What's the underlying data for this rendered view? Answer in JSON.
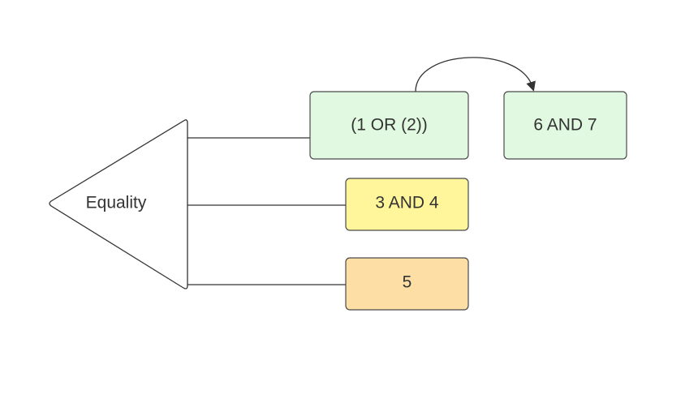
{
  "diagram": {
    "triangle": {
      "label": "Equality"
    },
    "nodes": [
      {
        "id": "n1",
        "label": "(1 OR (2))",
        "fill": "#e2f9e1",
        "stroke": "#4a4a4a"
      },
      {
        "id": "n2",
        "label": "6 AND 7",
        "fill": "#e2f9e1",
        "stroke": "#4a4a4a"
      },
      {
        "id": "n3",
        "label": "3 AND 4",
        "fill": "#fff69b",
        "stroke": "#4a4a4a"
      },
      {
        "id": "n4",
        "label": "5",
        "fill": "#fddfa6",
        "stroke": "#4a4a4a"
      }
    ],
    "edges": [
      {
        "from": "triangle",
        "to": "n1"
      },
      {
        "from": "triangle",
        "to": "n3"
      },
      {
        "from": "triangle",
        "to": "n4"
      },
      {
        "from": "n1",
        "to": "n2",
        "style": "curved-arrow"
      }
    ],
    "colors": {
      "line": "#333333",
      "text": "#333333",
      "background": "#ffffff"
    }
  }
}
